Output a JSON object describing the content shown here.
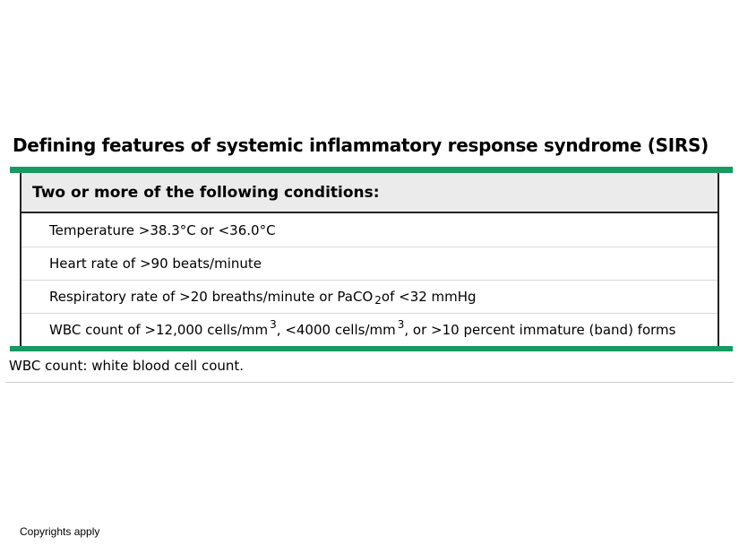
{
  "page": {
    "title": "Defining features of systemic inflammatory response syndrome (SIRS)",
    "footnote": "WBC count: white blood cell count.",
    "copyright": "Copyrights apply"
  },
  "table": {
    "header": "Two or more of the following conditions:",
    "rows": [
      {
        "segments": [
          {
            "text": "Temperature >38.3°C or <36.0°C",
            "style": "normal"
          }
        ]
      },
      {
        "segments": [
          {
            "text": "Heart rate of >90 beats/minute",
            "style": "normal"
          }
        ]
      },
      {
        "segments": [
          {
            "text": "Respiratory rate of >20 breaths/minute or PaCO",
            "style": "normal"
          },
          {
            "text": "2",
            "style": "sub"
          },
          {
            "text": " of <32 mmHg",
            "style": "normal"
          }
        ]
      },
      {
        "segments": [
          {
            "text": "WBC count of >12,000 cells/mm",
            "style": "normal"
          },
          {
            "text": "3",
            "style": "sup"
          },
          {
            "text": ", <4000 cells/mm",
            "style": "normal"
          },
          {
            "text": "3",
            "style": "sup"
          },
          {
            "text": ", or >10 percent immature (band) forms",
            "style": "normal"
          }
        ]
      }
    ]
  },
  "colors": {
    "accent_green": "#169b62",
    "header_bg": "#ebebeb",
    "table_border": "#222222",
    "row_divider": "#d8d8d8",
    "footnote_rule": "#cccccc",
    "text": "#000000"
  }
}
